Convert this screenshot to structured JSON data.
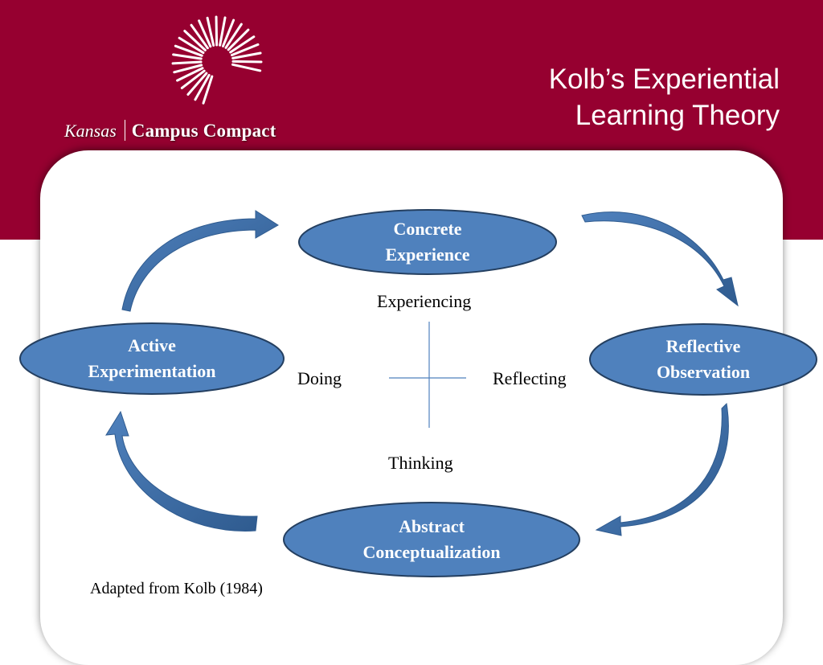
{
  "logo": {
    "kansas": "Kansas",
    "campus_compact": "Campus Compact"
  },
  "title": {
    "line1": "Kolb’s Experiential",
    "line2": "Learning Theory"
  },
  "nodes": {
    "concrete_experience": {
      "line1": "Concrete",
      "line2": "Experience"
    },
    "reflective_observation": {
      "line1": "Reflective",
      "line2": "Observation"
    },
    "abstract_conceptualization": {
      "line1": "Abstract",
      "line2": "Conceptualization"
    },
    "active_experimentation": {
      "line1": "Active",
      "line2": "Experimentation"
    }
  },
  "axis_labels": {
    "top": "Experiencing",
    "left": "Doing",
    "right": "Reflecting",
    "bottom": "Thinking"
  },
  "caption": "Adapted from Kolb (1984)",
  "colors": {
    "banner": "#960030",
    "node_fill": "#4f81bd",
    "node_border": "#243f60",
    "arrow_fill": "#4f81bd"
  }
}
